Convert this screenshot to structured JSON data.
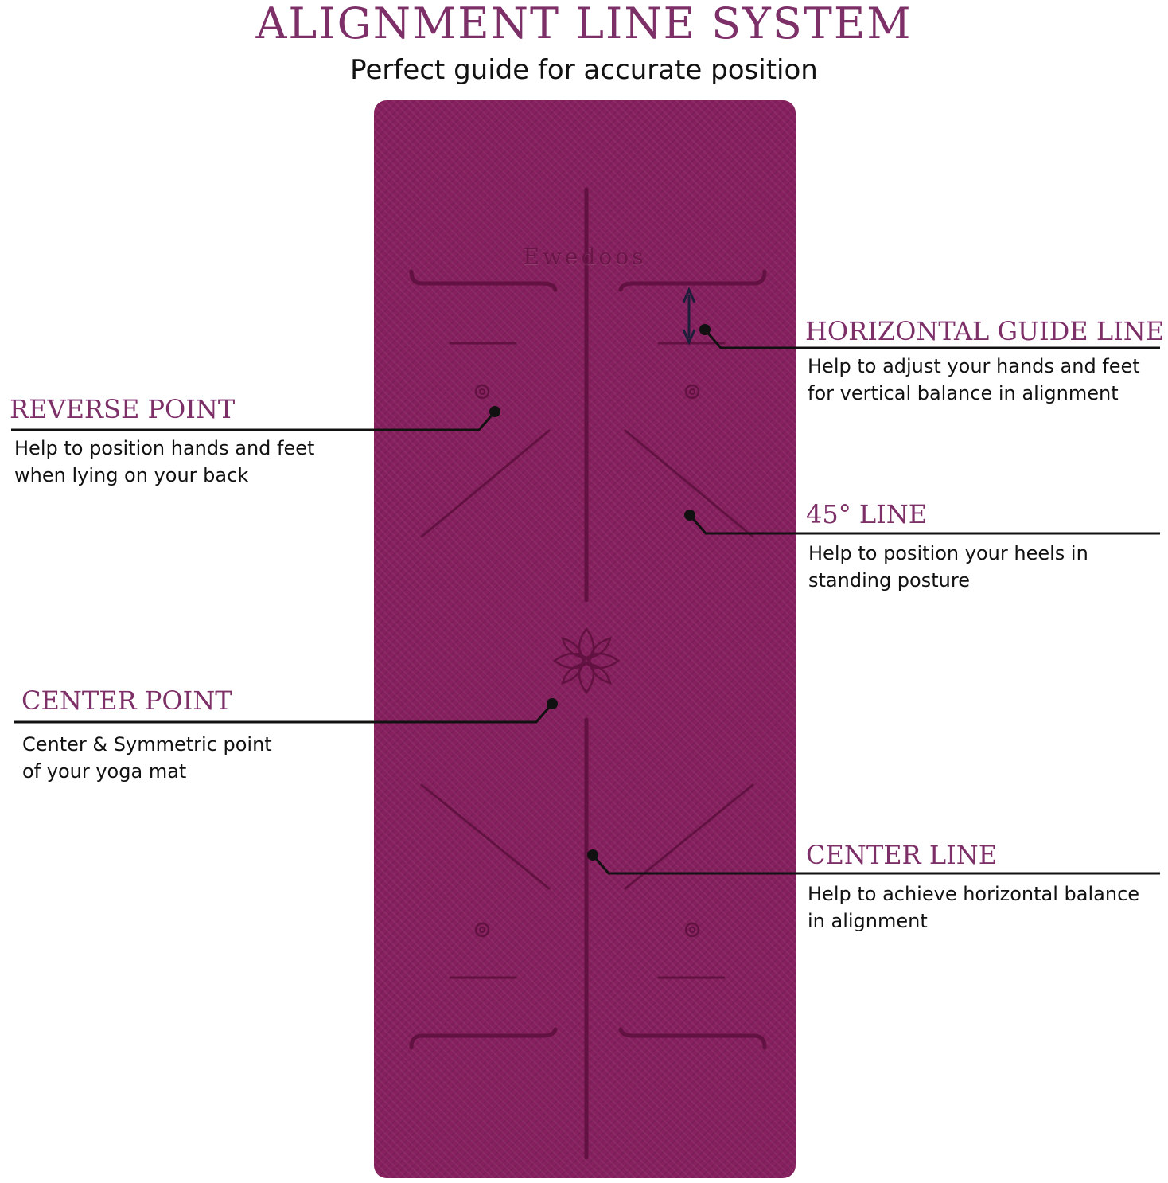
{
  "header": {
    "title": "ALIGNMENT LINE SYSTEM",
    "subtitle": "Perfect guide for accurate position"
  },
  "mat": {
    "brand": "Ewedoos",
    "color": "#86205e",
    "line_color": "#5c0f3d"
  },
  "callouts": {
    "horizontal_guide_line": {
      "title": "HORIZONTAL GUIDE LINE",
      "line1": "Help to adjust your hands and feet",
      "line2": "for vertical balance in alignment"
    },
    "reverse_point": {
      "title": "REVERSE POINT",
      "line1": "Help to position hands and feet",
      "line2": "when lying on your back"
    },
    "line_45": {
      "title": "45° LINE",
      "line1": "Help to position your heels in",
      "line2": "standing posture"
    },
    "center_point": {
      "title": "CENTER POINT",
      "line1": "Center & Symmetric point",
      "line2": "of your yoga mat"
    },
    "center_line": {
      "title": "CENTER LINE",
      "line1": "Help to achieve horizontal balance",
      "line2": "in alignment"
    }
  },
  "colors": {
    "accent": "#7d2f68",
    "text": "#111111"
  }
}
